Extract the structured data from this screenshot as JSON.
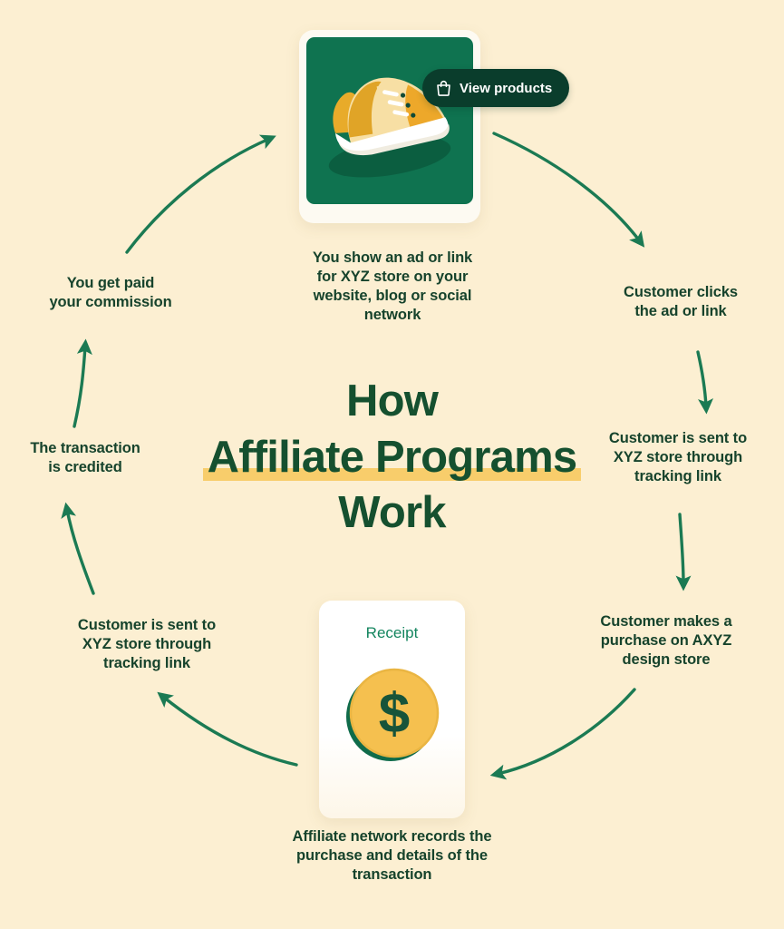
{
  "theme": {
    "background": "#fcefd2",
    "green_dark": "#15502f",
    "green_text": "#16432c",
    "green_arrow": "#1b7a53",
    "green_panel": "#0f7350",
    "green_button": "#0a3d2c",
    "gold": "#f2b632",
    "gold_light": "#f8cd6b",
    "card_white": "#fdfaf2"
  },
  "title": {
    "line1": "How",
    "line2": "Affiliate Programs",
    "line3": "Work",
    "highlight_line": 2
  },
  "product_card": {
    "button_label": "View products",
    "button_icon": "shopping-bag-icon",
    "image_alt": "sneaker-illustration"
  },
  "receipt_card": {
    "title": "Receipt",
    "coin_symbol": "$",
    "coin_icon": "dollar-coin-icon"
  },
  "steps": [
    {
      "id": "step-1",
      "position": "top",
      "text": "You show an ad or link for XYZ store on your website, blog or social network"
    },
    {
      "id": "step-2",
      "position": "right-upper",
      "text": "Customer clicks the ad or link"
    },
    {
      "id": "step-3",
      "position": "right-middle",
      "text": "Customer is sent to XYZ store through tracking link"
    },
    {
      "id": "step-4",
      "position": "right-lower",
      "text": "Customer makes a purchase on AXYZ design store"
    },
    {
      "id": "step-5",
      "position": "bottom",
      "text": "Affiliate network records the purchase and details of the transaction"
    },
    {
      "id": "step-6",
      "position": "left-lower",
      "text": "Customer is sent to XYZ store through tracking link"
    },
    {
      "id": "step-7",
      "position": "left-middle",
      "text": "The transaction is credited"
    },
    {
      "id": "step-8",
      "position": "left-upper",
      "text": "You get paid your commission"
    }
  ],
  "step_lines": {
    "step1": [
      "You show an ad or link",
      "for XYZ store on your",
      "website, blog or social",
      "network"
    ],
    "step2": [
      "Customer clicks",
      "the ad or link"
    ],
    "step3": [
      "Customer is sent to",
      "XYZ store through",
      "tracking link"
    ],
    "step4": [
      "Customer makes a",
      "purchase on AXYZ",
      "design store"
    ],
    "step5": [
      "Affiliate network records the",
      "purchase and details of the",
      "transaction"
    ],
    "step6": [
      "Customer is sent to",
      "XYZ store through",
      "tracking link"
    ],
    "step7": [
      "The transaction",
      "is credited"
    ],
    "step8": [
      "You get paid",
      "your commission"
    ]
  },
  "arrows": [
    {
      "id": "arrow-top-to-right",
      "from": "step-1",
      "to": "step-2",
      "direction": "clockwise"
    },
    {
      "id": "arrow-right-down-1",
      "from": "step-2",
      "to": "step-3",
      "direction": "clockwise"
    },
    {
      "id": "arrow-right-down-2",
      "from": "step-3",
      "to": "step-4",
      "direction": "clockwise"
    },
    {
      "id": "arrow-right-to-bottom",
      "from": "step-4",
      "to": "step-5",
      "direction": "clockwise"
    },
    {
      "id": "arrow-bottom-to-left",
      "from": "step-5",
      "to": "step-6",
      "direction": "clockwise"
    },
    {
      "id": "arrow-left-up-1",
      "from": "step-6",
      "to": "step-7",
      "direction": "clockwise"
    },
    {
      "id": "arrow-left-up-2",
      "from": "step-7",
      "to": "step-8",
      "direction": "clockwise"
    },
    {
      "id": "arrow-left-to-top",
      "from": "step-8",
      "to": "step-1",
      "direction": "clockwise"
    }
  ]
}
